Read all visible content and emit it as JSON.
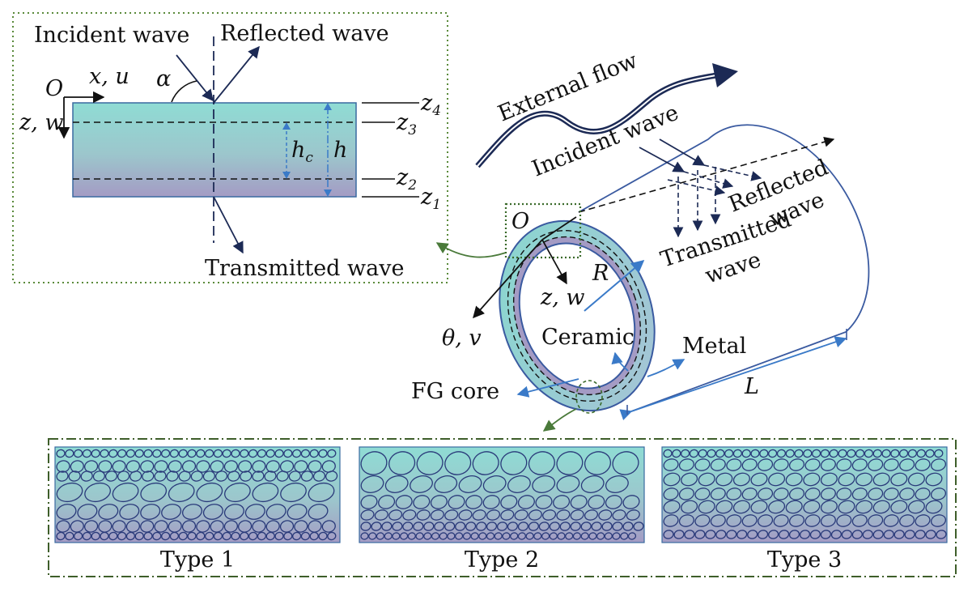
{
  "inset": {
    "incident_wave": "Incident wave",
    "reflected_wave": "Reflected wave",
    "transmitted_wave": "Transmitted wave",
    "origin": "O",
    "x_axis": "x, u",
    "z_axis": "z, w",
    "angle": "α",
    "hc": "h",
    "hc_sub": "c",
    "h": "h",
    "z4": "z",
    "z4_sub": "4",
    "z3": "z",
    "z3_sub": "3",
    "z2": "z",
    "z2_sub": "2",
    "z1": "z",
    "z1_sub": "1"
  },
  "cylinder": {
    "external_flow": "External flow",
    "incident_wave": "Incident wave",
    "reflected_wave_1": "Reflected",
    "reflected_wave_2": "wave",
    "transmitted_wave_1": "Transmitted",
    "transmitted_wave_2": "wave",
    "origin": "O",
    "radius": "R",
    "z_axis": "z, w",
    "theta_axis": "θ, v",
    "ceramic": "Ceramic",
    "metal": "Metal",
    "fg_core": "FG core",
    "length": "L"
  },
  "types": [
    "Type 1",
    "Type 2",
    "Type 3"
  ],
  "colors": {
    "ceramic": "#8fdcd4",
    "metal": "#a49bc4",
    "outline": "#3a5aa0",
    "inset_border": "#5a8a3a",
    "types_border": "#3e5e2a"
  }
}
